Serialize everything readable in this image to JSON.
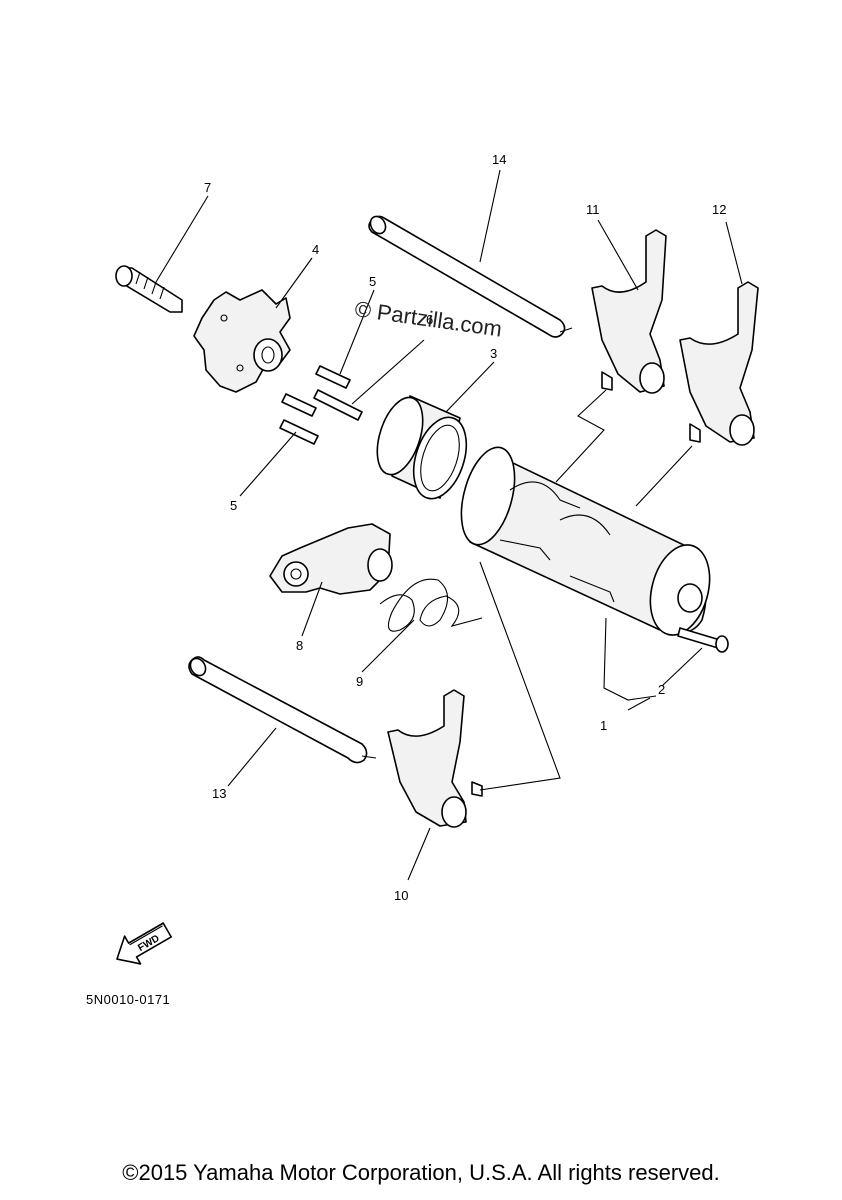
{
  "callouts": {
    "c1": "1",
    "c2": "2",
    "c3": "3",
    "c4": "4",
    "c5a": "5",
    "c5b": "5",
    "c6": "6",
    "c7": "7",
    "c8": "8",
    "c9": "9",
    "c10": "10",
    "c11": "11",
    "c12": "12",
    "c13": "13",
    "c14": "14"
  },
  "watermark": "© Partzilla.com",
  "fwd_label": "FWD",
  "diagram_code": "5N0010-0171",
  "copyright": "©2015 Yamaha Motor Corporation, U.S.A. All rights reserved."
}
